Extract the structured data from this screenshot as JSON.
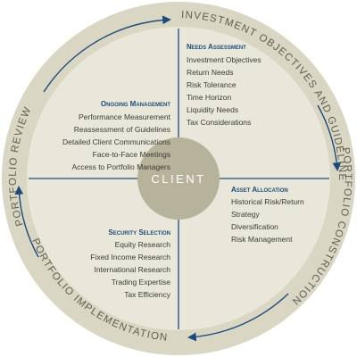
{
  "ring_labels": {
    "top_right": "INVESTMENT OBJECTIVES AND GUIDELINES",
    "right": "PORTFOLIO CONSTRUCTION",
    "bottom_left": "PORTFOLIO IMPLEMENTATION",
    "left": "PORTFOLIO REVIEW"
  },
  "center": {
    "label": "CLIENT"
  },
  "quadrants": {
    "needs_assessment": {
      "heading": "Needs Assessment",
      "items": [
        "Investment Objectives",
        "Return Needs",
        "Risk Tolerance",
        "Time Horizon",
        "Liquidity Needs",
        "Tax Considerations"
      ]
    },
    "ongoing_management": {
      "heading": "Ongoing Management",
      "items": [
        "Performance Measurement",
        "Reassessment of Guidelines",
        "Detailed Client Communications",
        "Face-to-Face Meetings",
        "Access to Portfolio Managers"
      ]
    },
    "asset_allocation": {
      "heading": "Asset Allocation",
      "items": [
        "Historical Risk/Return",
        "Strategy",
        "Diversification",
        "Risk Management"
      ]
    },
    "security_selection": {
      "heading": "Security Selection",
      "items": [
        "Equity Research",
        "Fixed Income Research",
        "International Research",
        "Trading Expertise",
        "Tax Efficiency"
      ]
    }
  },
  "colors": {
    "outer_ring": "#d9d6c4",
    "inner_disc": "#e9e7da",
    "center_disc": "#b7b29a",
    "divider": "#1e4a7a",
    "arrow": "#1e4a7a",
    "heading": "#1e4a7a",
    "text": "#3c3c34",
    "ring_text": "#5f5f52"
  }
}
